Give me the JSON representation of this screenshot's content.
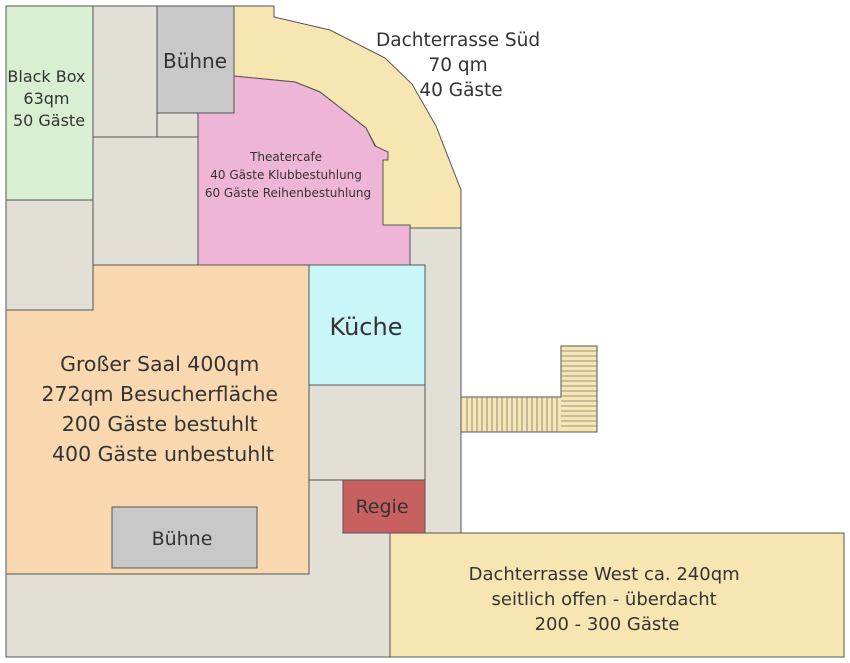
{
  "colors": {
    "gray_room": "#e2e0d6",
    "black_box": "#d8efd2",
    "stage": "#c8c8c8",
    "terrace": "#f7e5b2",
    "theatercafe": "#efb5d6",
    "kitchen": "#c9f6f8",
    "great_hall": "#f9d8b0",
    "regie": "#c86060"
  },
  "rooms": {
    "black_box": {
      "lines": [
        "Black Box",
        "63qm",
        "50 Gäste"
      ]
    },
    "stage_top": {
      "lines": [
        "Bühne"
      ]
    },
    "terrace_south": {
      "lines": [
        "Dachterrasse Süd",
        "70 qm",
        "40 Gäste"
      ]
    },
    "theatercafe": {
      "lines": [
        "Theatercafe",
        "40 Gäste Klubbestuhlung",
        "60 Gäste Reihenbestuhlung"
      ]
    },
    "kitchen": {
      "lines": [
        "Küche"
      ]
    },
    "great_hall": {
      "lines": [
        "Großer Saal 400qm",
        "272qm Besucherfläche",
        "200 Gäste bestuhlt",
        "400 Gäste unbestuhlt"
      ]
    },
    "stage_hall": {
      "lines": [
        "Bühne"
      ]
    },
    "regie": {
      "lines": [
        "Regie"
      ]
    },
    "terrace_west": {
      "lines": [
        "Dachterrasse West ca. 240qm",
        "seitlich offen - überdacht",
        "200 - 300 Gäste"
      ]
    }
  }
}
